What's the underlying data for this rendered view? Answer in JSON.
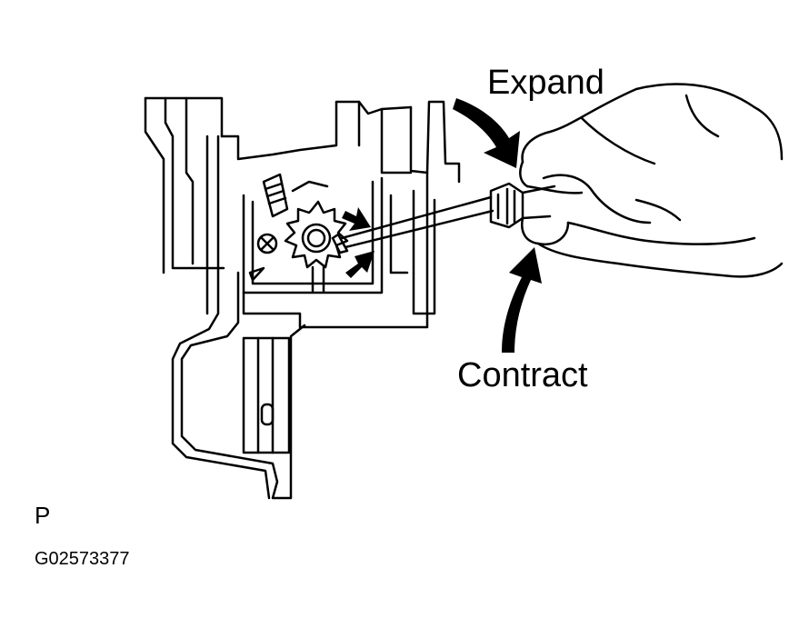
{
  "labels": {
    "expand": "Expand",
    "contract": "Contract",
    "view": "P",
    "figure_code": "G02573377"
  },
  "icons": [
    "brake-housing-icon",
    "adjuster-star-wheel-icon",
    "screwdriver-icon",
    "hand-icon",
    "arrow-icon"
  ],
  "colors": {
    "ink": "#000000",
    "paper": "#ffffff"
  }
}
